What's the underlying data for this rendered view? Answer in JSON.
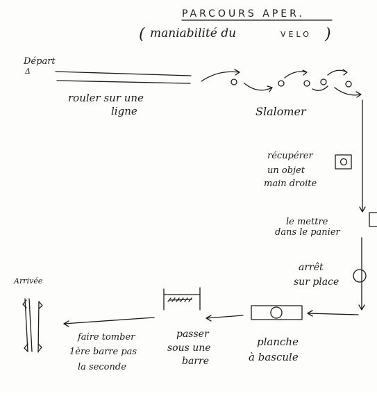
{
  "title": "PARCOURS APER.",
  "subtitle_open": "(",
  "subtitle_script": "maniabilité du",
  "subtitle_caps": "VELO",
  "subtitle_close": ")",
  "start": {
    "label": "Départ",
    "marker": "Δ"
  },
  "finish": {
    "label": "Arrivée"
  },
  "stations": {
    "ride_line": [
      "rouler sur une",
      "ligne"
    ],
    "slalom": [
      "Slalomer"
    ],
    "pick_object": [
      "récupérer",
      "un objet",
      "main droite"
    ],
    "basket": [
      "le mettre",
      "dans le panier"
    ],
    "stop": [
      "arrêt",
      "sur place"
    ],
    "seesaw": [
      "planche",
      "à bascule"
    ],
    "under_bar": [
      "passer",
      "sous une",
      "barre"
    ],
    "knock_bar": [
      "faire tomber",
      "1ère barre pas",
      "la seconde"
    ]
  },
  "icons": {
    "cone": "circle",
    "object_box": "square-with-circle",
    "basket_box": "square",
    "stop_marker": "circle",
    "arrow": "arrow",
    "bar": "hatched-bar",
    "post": "post-with-flag"
  }
}
